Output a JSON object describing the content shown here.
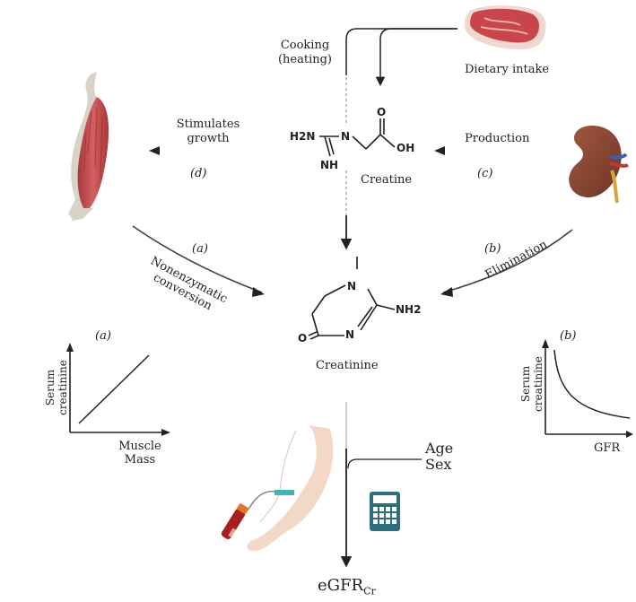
{
  "labels": {
    "cooking": "Cooking (heating)",
    "dietary_intake": "Dietary intake",
    "stimulates_growth": "Stimulates growth",
    "production": "Production",
    "creatine": "Creatine",
    "creatinine": "Creatinine",
    "nonenzymatic": "Nonenzymatic conversion",
    "elimination": "Elimination",
    "age": "Age",
    "sex": "Sex",
    "egfr_main": "eGFR",
    "egfr_sub": "Cr"
  },
  "markers": {
    "d": "d",
    "c": "c",
    "a": "a",
    "b": "b"
  },
  "chemistry": {
    "creatine_h2n": "H2N",
    "creatine_nh": "NH",
    "creatine_n": "N",
    "creatine_o": "O",
    "creatine_oh": "OH",
    "creatinine_n1": "N",
    "creatinine_n2": "N",
    "creatinine_nh2": "NH2",
    "creatinine_o": "O"
  },
  "plots": {
    "left": {
      "marker": "a",
      "ylabel": "Serum creatinine",
      "xlabel": "Muscle Mass",
      "relation": "linear-increasing"
    },
    "right": {
      "marker": "b",
      "ylabel": "Serum creatinine",
      "xlabel": "GFR",
      "relation": "inverse-decreasing"
    }
  },
  "images": [
    "muscle-icon",
    "meat-steak-icon",
    "kidney-icon",
    "arm-blood-draw-icon",
    "calculator-icon"
  ],
  "colors": {
    "arrow": "#222222",
    "muscle": "#c44a4a",
    "meat": "#c8464a",
    "kidney": "#8b4a3a",
    "calculator": "#2e6f7e",
    "skin": "#f2d6c4"
  }
}
